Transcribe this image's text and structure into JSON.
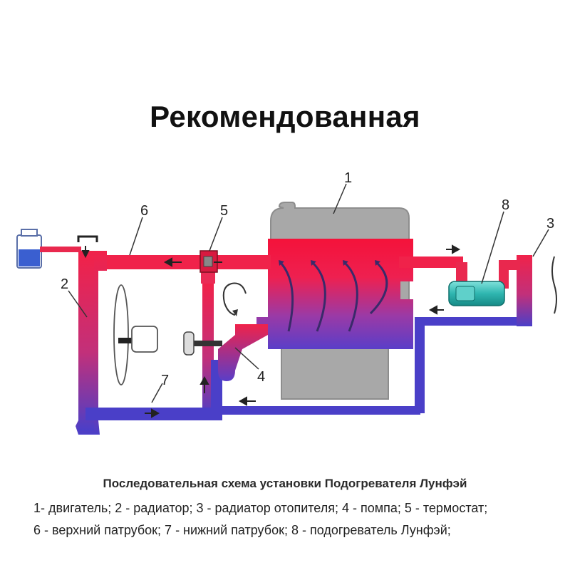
{
  "title": "Рекомендованная",
  "labels": {
    "n1": "1",
    "n2": "2",
    "n3": "3",
    "n4": "4",
    "n5": "5",
    "n6": "6",
    "n7": "7",
    "n8": "8"
  },
  "caption": {
    "title": "Последовательная схема установки Подогревателя Лунфэй",
    "line1": "1- двигатель; 2 - радиатор; 3 - радиатор отопителя; 4 - помпа; 5 - термостат;",
    "line2": "6 - верхний патрубок; 7 - нижний патрубок; 8 - подогреватель Лунфэй;"
  },
  "colors": {
    "hot": "#f0224a",
    "cold": "#4a3fc8",
    "engine_grey": "#a8a8a8",
    "heater_teal": "#2fb6b0"
  }
}
